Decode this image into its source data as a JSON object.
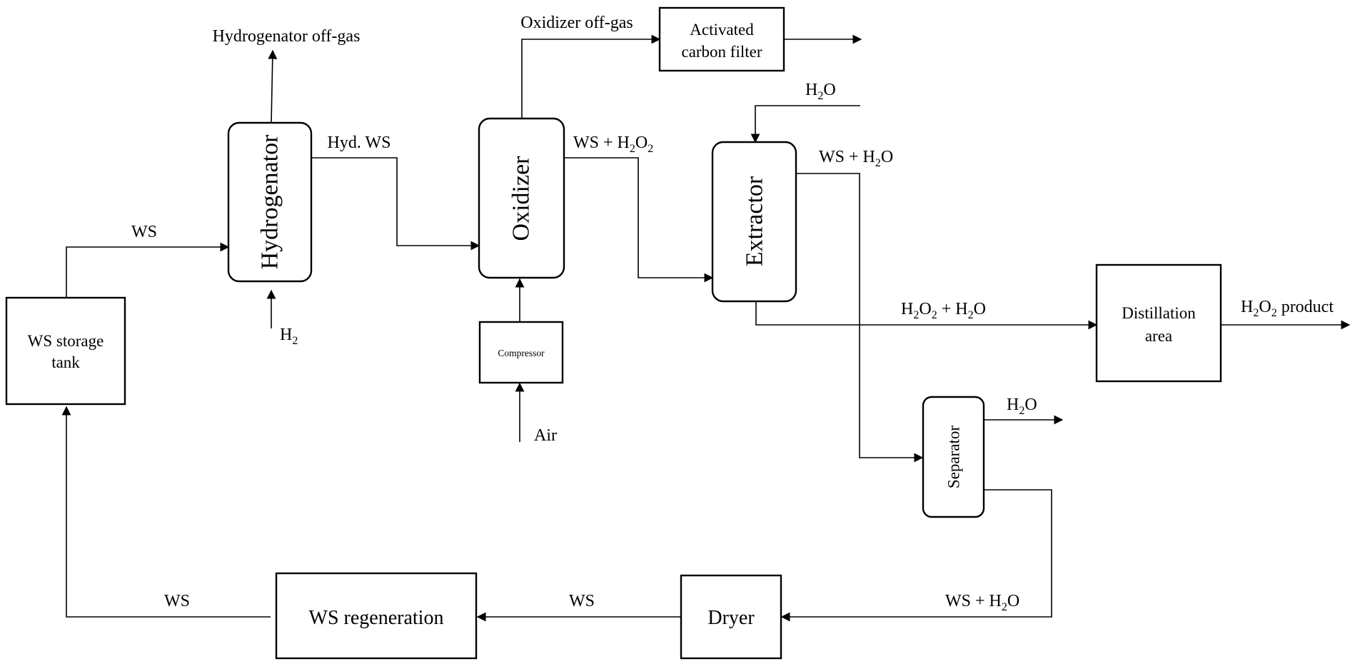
{
  "units": {
    "storage_tank": "WS storage tank",
    "hydrogenator": "Hydrogenator",
    "oxidizer": "Oxidizer",
    "compressor": "Compressor",
    "carbon_filter": "Activated carbon filter",
    "extractor": "Extractor",
    "distillation": "Distillation area",
    "separator": "Separator",
    "dryer": "Dryer",
    "regeneration": "WS regeneration"
  },
  "streams": {
    "ws_to_hydrogenator": "WS",
    "hydrogenator_offgas": "Hydrogenator off-gas",
    "h2_feed": "H2",
    "hyd_ws": "Hyd. WS",
    "oxidizer_offgas": "Oxidizer off-gas",
    "ws_h2o2": "WS + H2O2",
    "air": "Air",
    "water_to_extractor": "H2O",
    "ws_h2o_from_extractor": "WS + H2O",
    "h2o2_h2o": "H2O2 + H2O",
    "h2o2_product": "H2O2 product",
    "water_from_separator": "H2O",
    "ws_h2o_to_dryer": "WS + H2O",
    "ws_dryer_to_regen": "WS",
    "ws_regen_to_tank": "WS"
  }
}
